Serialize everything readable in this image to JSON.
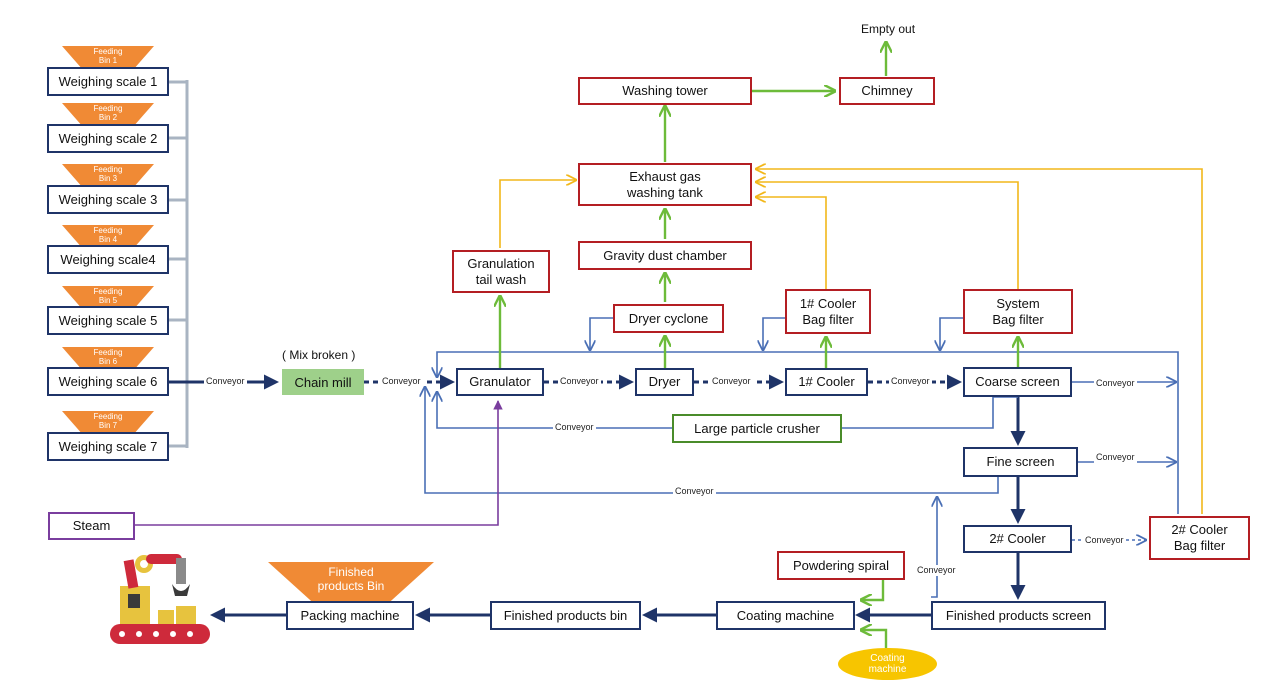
{
  "bins": [
    "Feeding\nBin 1",
    "Feeding\nBin 2",
    "Feeding\nBin 3",
    "Feeding\nBin 4",
    "Feeding\nBin 5",
    "Feeding\nBin 6",
    "Feeding\nBin 7"
  ],
  "scales": [
    "Weighing scale 1",
    "Weighing scale 2",
    "Weighing scale 3",
    "Weighing scale4",
    "Weighing scale 5",
    "Weighing scale 6",
    "Weighing scale 7"
  ],
  "nodes": {
    "chain_mill": "Chain mill",
    "mix_broken": "( Mix broken )",
    "granulator": "Granulator",
    "dryer": "Dryer",
    "cooler1": "1#  Cooler",
    "coarse_screen": "Coarse screen",
    "fine_screen": "Fine screen",
    "cooler2": "2#  Cooler",
    "finished_products_screen": "Finished products screen",
    "coating_machine": "Coating machine",
    "finished_products_bin": "Finished products bin",
    "packing_machine": "Packing machine",
    "finished_products_bin_hopper": "Finished\nproducts Bin",
    "steam": "Steam",
    "large_particle_crusher": "Large particle crusher",
    "powdering_spiral": "Powdering spiral",
    "coating_machine_tank": "Coating\nmachine",
    "granulation_tail_wash": "Granulation\ntail wash",
    "dryer_cyclone": "Dryer cyclone",
    "gravity_dust_chamber": "Gravity dust chamber",
    "cooler1_bag_filter": "1# Cooler\nBag filter",
    "system_bag_filter": "System\nBag filter",
    "cooler2_bag_filter": "2# Cooler\nBag filter",
    "exhaust_gas_washing_tank": "Exhaust gas\nwashing tank",
    "washing_tower": "Washing tower",
    "chimney": "Chimney",
    "empty_out": "Empty out"
  },
  "conveyor_label": "Conveyor",
  "colors": {
    "main_flow": "#1f3468",
    "return_flow": "#4a6fb5",
    "gas_flow": "#6dbb3a",
    "exhaust_flow": "#f2b71a",
    "steam_flow": "#7a3d9e",
    "bin_orange": "#f08a35",
    "scale_bus": "#a9b4c2"
  }
}
